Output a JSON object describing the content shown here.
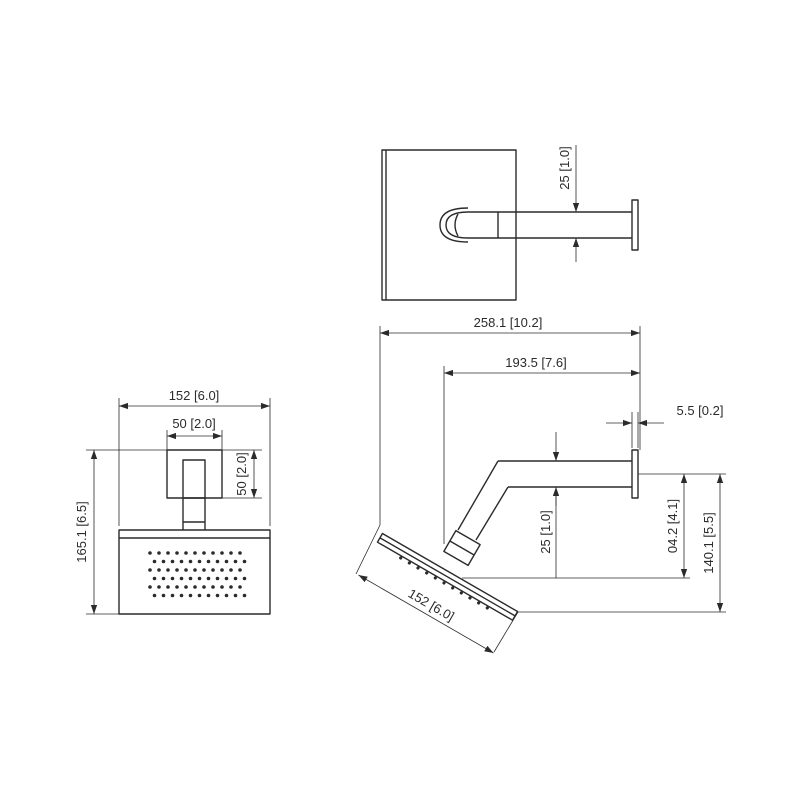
{
  "dimensions": {
    "front_width": "152 [6.0]",
    "front_arm_width": "50 [2.0]",
    "front_arm_height": "50 [2.0]",
    "front_total_height": "165.1 [6.5]",
    "top_arm_diameter": "25 [1.0]",
    "side_total_length": "258.1 [10.2]",
    "side_arm_length": "193.5 [7.6]",
    "side_flange_thickness": "5.5 [0.2]",
    "side_arm_diameter": "25 [1.0]",
    "side_arm_drop": "04.2 [4.1]",
    "side_total_drop": "140.1 [5.5]",
    "side_head_width": "152 [6.0]"
  },
  "colors": {
    "line": "#2b2b2b",
    "background": "#ffffff"
  }
}
